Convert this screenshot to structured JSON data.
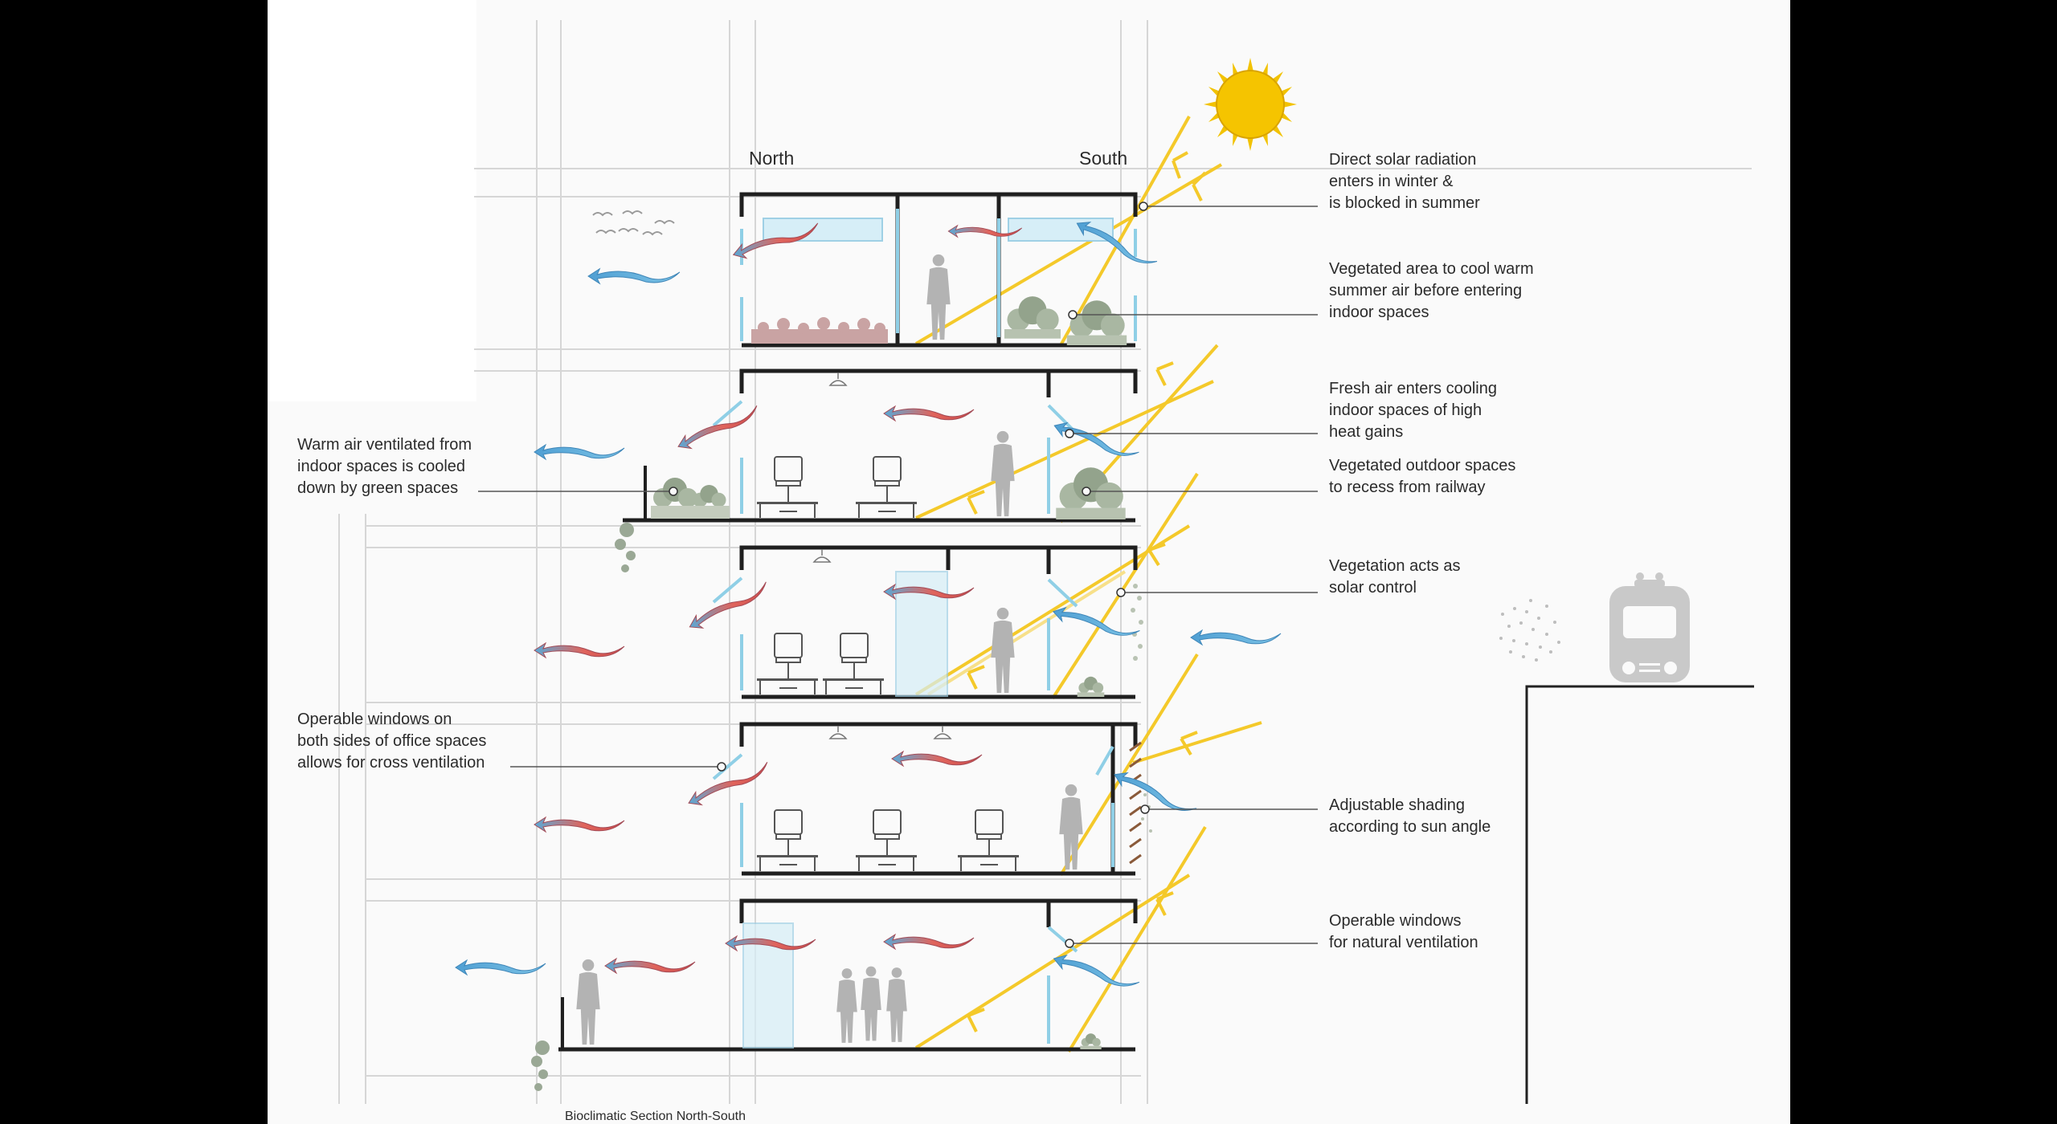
{
  "direction_labels": {
    "north": "North",
    "south": "South"
  },
  "annotations": {
    "solar": [
      "Direct solar radiation",
      "enters in winter &",
      "is blocked in summer"
    ],
    "vegetated_cool": [
      "Vegetated area to cool warm",
      "summer air before entering",
      "indoor spaces"
    ],
    "fresh_air": [
      "Fresh air enters cooling",
      "indoor spaces of high",
      "heat gains"
    ],
    "vegetated_outdoor": [
      "Vegetated outdoor spaces",
      "to recess from railway"
    ],
    "vegetation_solar": [
      "Vegetation acts as",
      "solar control"
    ],
    "adjustable_shading": [
      "Adjustable shading",
      "according to sun angle"
    ],
    "operable_natural": [
      "Operable windows",
      "for natural ventilation"
    ],
    "warm_air": [
      "Warm air ventilated from",
      "indoor spaces is cooled",
      "down by green spaces"
    ],
    "operable_cross": [
      "Operable windows on",
      "both sides of office spaces",
      "allows for cross ventilation"
    ]
  },
  "caption": "Bioclimatic Section North-South",
  "colors": {
    "background": "#fafafa",
    "structure": "#222222",
    "glass": "#8fcfe6",
    "cool_air": "#5aa9d6",
    "warm_air": "#e0645c",
    "sun": "#f2c200",
    "sun_ray": "#f4c92a",
    "vegetation": "#9aa895",
    "person": "#b3b3b3",
    "train": "#c9c9c9"
  },
  "icons": [
    "sun-icon",
    "train-icon",
    "bird-icon",
    "person-icon",
    "desk-chair-icon",
    "ceiling-lamp-icon",
    "plant-icon"
  ]
}
